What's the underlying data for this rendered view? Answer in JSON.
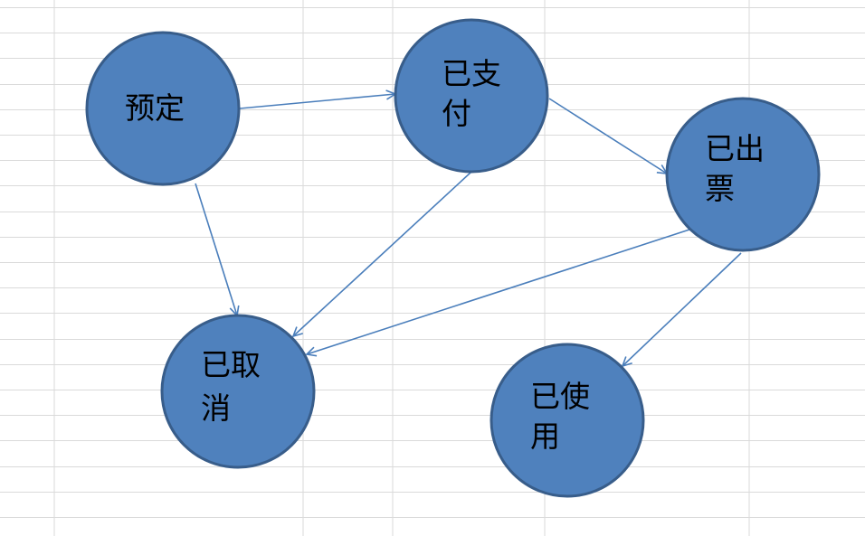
{
  "colors": {
    "node_fill": "#4f81bd",
    "node_stroke": "#385d8a",
    "edge": "#4a7ebb",
    "gridline": "#dadada",
    "background": "#ffffff"
  },
  "nodes": [
    {
      "id": "booked",
      "lines": [
        "预定"
      ]
    },
    {
      "id": "paid",
      "lines": [
        "已支",
        "付"
      ]
    },
    {
      "id": "ticketed",
      "lines": [
        "已出",
        "票"
      ]
    },
    {
      "id": "cancelled",
      "lines": [
        "已取",
        "消"
      ]
    },
    {
      "id": "used",
      "lines": [
        "已使",
        "用"
      ]
    }
  ],
  "edges": [
    {
      "from": "booked",
      "to": "paid"
    },
    {
      "from": "paid",
      "to": "ticketed"
    },
    {
      "from": "booked",
      "to": "cancelled"
    },
    {
      "from": "paid",
      "to": "cancelled"
    },
    {
      "from": "ticketed",
      "to": "cancelled"
    },
    {
      "from": "ticketed",
      "to": "used"
    }
  ]
}
